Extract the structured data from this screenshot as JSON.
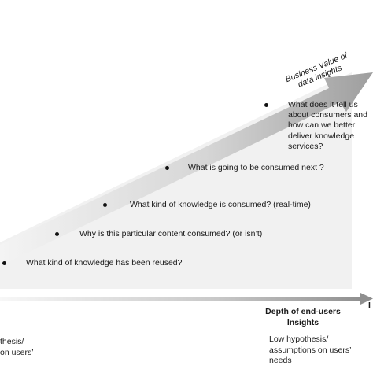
{
  "diagram": {
    "arrow_label_lines": [
      "Business Value of",
      "data insights"
    ],
    "steps": [
      {
        "lines": [
          "What kind of knowledge has been reused?"
        ]
      },
      {
        "lines": [
          "Why is this particular content consumed? (or isn’t)"
        ]
      },
      {
        "lines": [
          "What kind of knowledge is consumed?  (real-time)"
        ]
      },
      {
        "lines": [
          "What is going to be consumed next ?"
        ]
      },
      {
        "lines": [
          "What does it tell us",
          "about consumers and",
          "how can we better",
          "deliver knowledge",
          "services?"
        ]
      }
    ],
    "x_axis": {
      "title_lines": [
        "Depth of end-users",
        "Insights"
      ],
      "right_note_lines": [
        "Low hypothesis/",
        "assumptions on users’",
        "needs"
      ],
      "left_note_lines": [
        "thesis/",
        "on users’"
      ],
      "cut_right_label": "I"
    },
    "colors": {
      "arrow_light": "#f2f2f2",
      "arrow_dark": "#9e9e9e",
      "bullet": "#111111",
      "axis": "#9a9a9a"
    }
  }
}
